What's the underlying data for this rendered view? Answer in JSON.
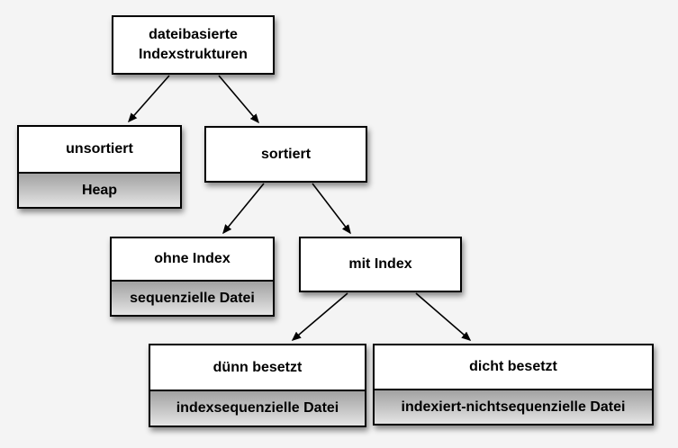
{
  "diagram": {
    "type": "tree",
    "nodes": [
      {
        "id": "root",
        "label": "dateibasierte Indexstrukturen",
        "sublabel": ""
      },
      {
        "id": "unsortiert",
        "label": "unsortiert",
        "sublabel": "Heap"
      },
      {
        "id": "sortiert",
        "label": "sortiert",
        "sublabel": ""
      },
      {
        "id": "ohne-index",
        "label": "ohne Index",
        "sublabel": "sequenzielle Datei"
      },
      {
        "id": "mit-index",
        "label": "mit Index",
        "sublabel": ""
      },
      {
        "id": "duenn",
        "label": "dünn besetzt",
        "sublabel": "indexsequenzielle Datei"
      },
      {
        "id": "dicht",
        "label": "dicht besetzt",
        "sublabel": "indexiert-nichtsequenzielle Datei"
      }
    ],
    "edges": [
      {
        "from": "dateibasierte Indexstrukturen",
        "to": "unsortiert"
      },
      {
        "from": "dateibasierte Indexstrukturen",
        "to": "sortiert"
      },
      {
        "from": "sortiert",
        "to": "ohne Index"
      },
      {
        "from": "sortiert",
        "to": "mit Index"
      },
      {
        "from": "mit Index",
        "to": "dünn besetzt"
      },
      {
        "from": "mit Index",
        "to": "dicht besetzt"
      }
    ],
    "colors": {
      "background": "#f4f4f4",
      "node_fill": "#ffffff",
      "node_border": "#000000",
      "sublabel_gradient_top": "#a2a2a2",
      "sublabel_gradient_bottom": "#e5e5e5",
      "arrow": "#000000"
    }
  }
}
